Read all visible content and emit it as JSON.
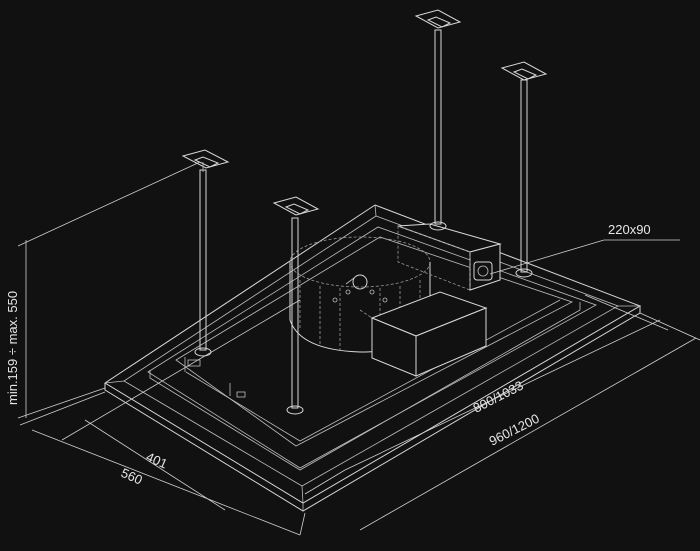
{
  "dimensions": {
    "outlet": "220x90",
    "inner_length": "800/1033",
    "outer_length": "960/1200",
    "inner_width": "401",
    "outer_width": "560",
    "height_range": "min.159 ÷ max. 550"
  },
  "colors": {
    "background": "#111111",
    "line": "#d8d8d8",
    "text": "#e6e6e6"
  }
}
